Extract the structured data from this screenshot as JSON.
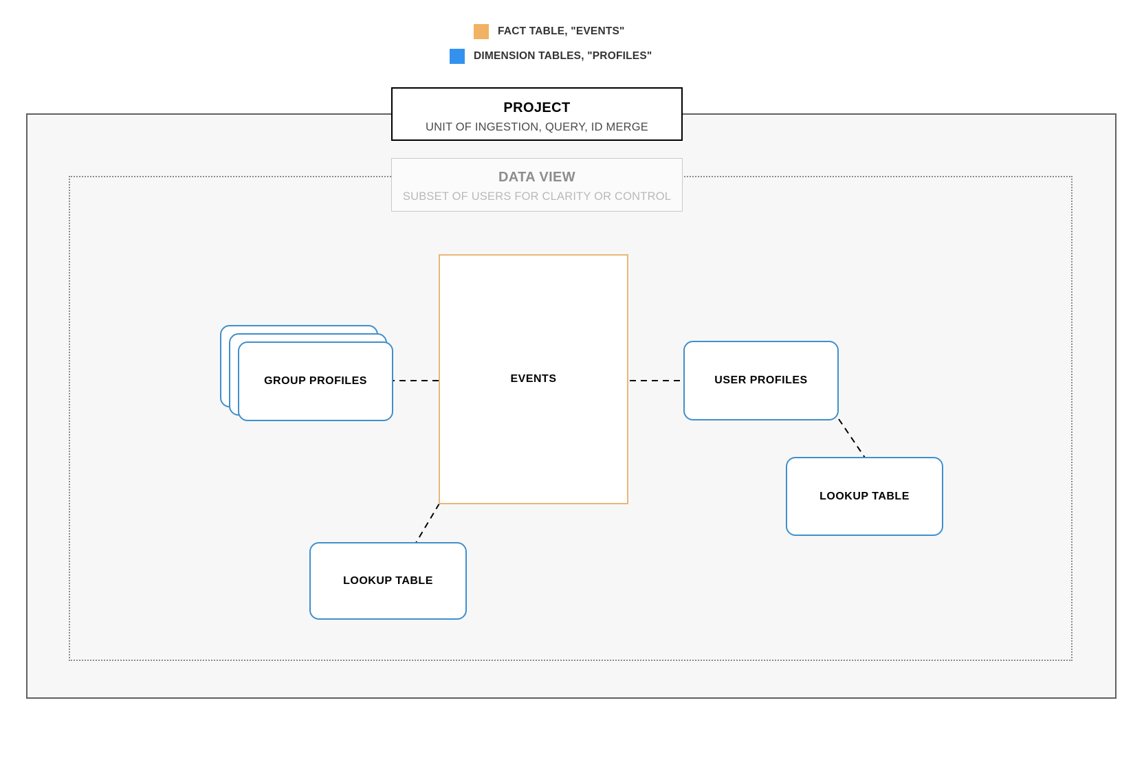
{
  "legend": {
    "items": [
      {
        "label": "FACT TABLE, \"EVENTS\"",
        "color": "#f2b263",
        "icon": "orange-square-swatch"
      },
      {
        "label": "DIMENSION TABLES, \"PROFILES\"",
        "color": "#3492ef",
        "icon": "blue-square-swatch"
      }
    ]
  },
  "project": {
    "title": "PROJECT",
    "subtitle": "UNIT OF INGESTION, QUERY, ID MERGE",
    "border_color": "#000000",
    "fill_color": "#f7f7f7"
  },
  "data_view": {
    "title": "DATA VIEW",
    "subtitle": "SUBSET OF USERS FOR CLARITY OR CONTROL",
    "border_color": "#c9c9c9",
    "title_color": "#8d8d8d",
    "subtitle_color": "#b9b9b9"
  },
  "nodes": {
    "events": {
      "label": "EVENTS",
      "border_color": "#e8b778",
      "type": "fact-table"
    },
    "group_profiles": {
      "label": "GROUP PROFILES",
      "border_color": "#3f8fcc",
      "type": "dimension-table",
      "stack_count": 3
    },
    "user_profiles": {
      "label": "USER PROFILES",
      "border_color": "#3f8fcc",
      "type": "dimension-table"
    },
    "lookup_table_right": {
      "label": "LOOKUP TABLE",
      "border_color": "#3f8fcc",
      "type": "dimension-table"
    },
    "lookup_table_left": {
      "label": "LOOKUP TABLE",
      "border_color": "#3f8fcc",
      "type": "dimension-table"
    }
  },
  "connectors": [
    {
      "name": "group-profiles-to-events",
      "style": "dashed",
      "color": "#000000"
    },
    {
      "name": "events-to-user-profiles",
      "style": "dashed",
      "color": "#000000"
    },
    {
      "name": "user-profiles-to-lookup-table",
      "style": "dashed",
      "color": "#000000"
    },
    {
      "name": "events-to-lookup-table",
      "style": "dashed",
      "color": "#000000"
    }
  ]
}
